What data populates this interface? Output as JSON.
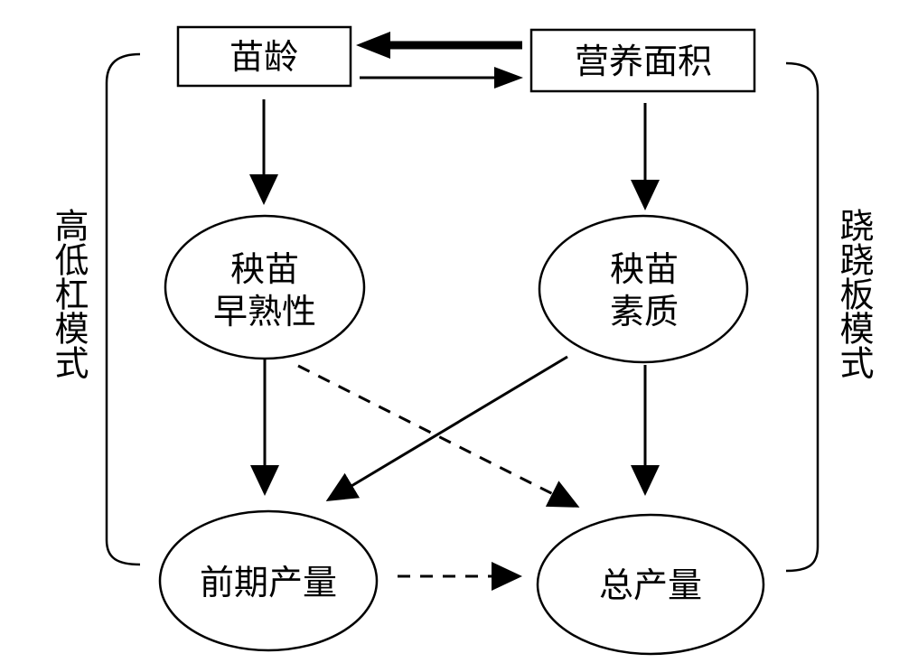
{
  "nodes": {
    "seedling_age": "苗龄",
    "nutrition_area": "营养面积",
    "early_maturity": {
      "line1": "秧苗",
      "line2": "早熟性"
    },
    "seedling_quality": {
      "line1": "秧苗",
      "line2": "素质"
    },
    "early_yield": "前期产量",
    "total_yield": "总产量"
  },
  "side_labels": {
    "left": "高低杠模式",
    "right": "跷跷板模式"
  }
}
